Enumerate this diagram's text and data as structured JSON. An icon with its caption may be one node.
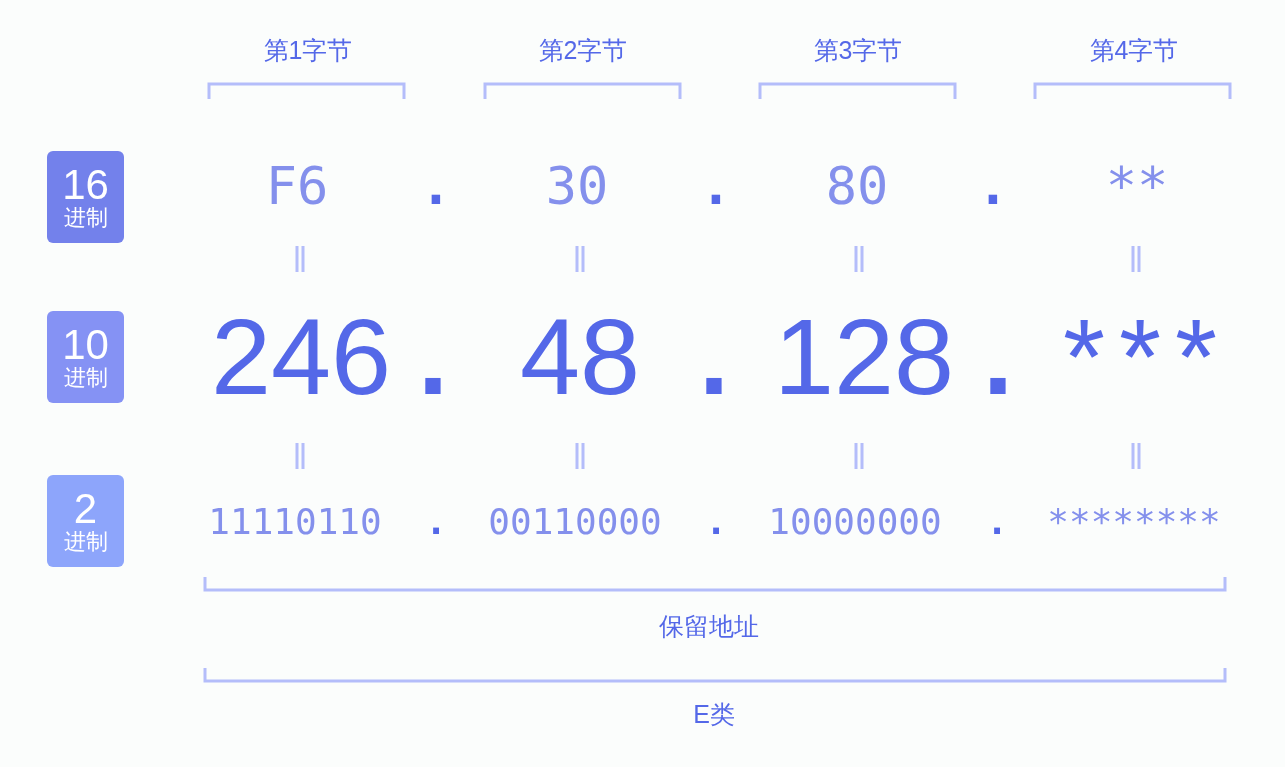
{
  "diagram": {
    "nodes": [
      {
        "text": [
          "16",
          "进制"
        ]
      },
      {
        "text": [
          "10",
          "进制"
        ]
      },
      {
        "text": [
          "2",
          "进制"
        ]
      }
    ],
    "labels": [
      "第1字节",
      "第2字节",
      "第3字节",
      "第4字节",
      "F6",
      ".",
      "30",
      ".",
      "80",
      ".",
      "**",
      "246",
      ".",
      "48",
      ".",
      "128",
      ".",
      "***",
      "11110110",
      ".",
      "00110000",
      ".",
      "10000000",
      ".",
      "********",
      "保留地址",
      "E类"
    ]
  }
}
